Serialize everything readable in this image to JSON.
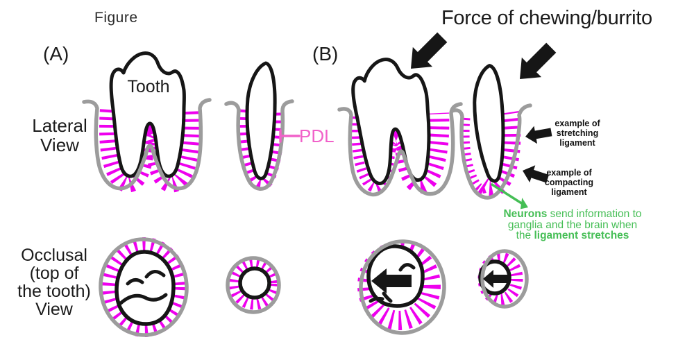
{
  "figure": {
    "title": "Figure"
  },
  "panel_a": {
    "label": "(A)"
  },
  "panel_b": {
    "label": "(B)"
  },
  "row_labels": {
    "lateral": "Lateral\nView",
    "occlusal": "Occlusal\n(top of\nthe tooth)\nView"
  },
  "annotations": {
    "tooth": "Tooth",
    "pdl": "PDL",
    "force": "Force of chewing/burrito",
    "stretching": "example of\nstretching\nligament",
    "compacting": "example of\ncompacting\nligament"
  },
  "neuron_note": {
    "lead_bold": "Neurons",
    "line1_rest": "send information to",
    "line2": "ganglia and the brain when",
    "line3_prefix": "the",
    "line3_bold": "ligament stretches"
  },
  "colors": {
    "ligament": "#EE00EE",
    "pdl_label": "#F161C9",
    "socket": "#9C9C9C",
    "ink": "#161616",
    "neuron_green": "#45BE55"
  }
}
